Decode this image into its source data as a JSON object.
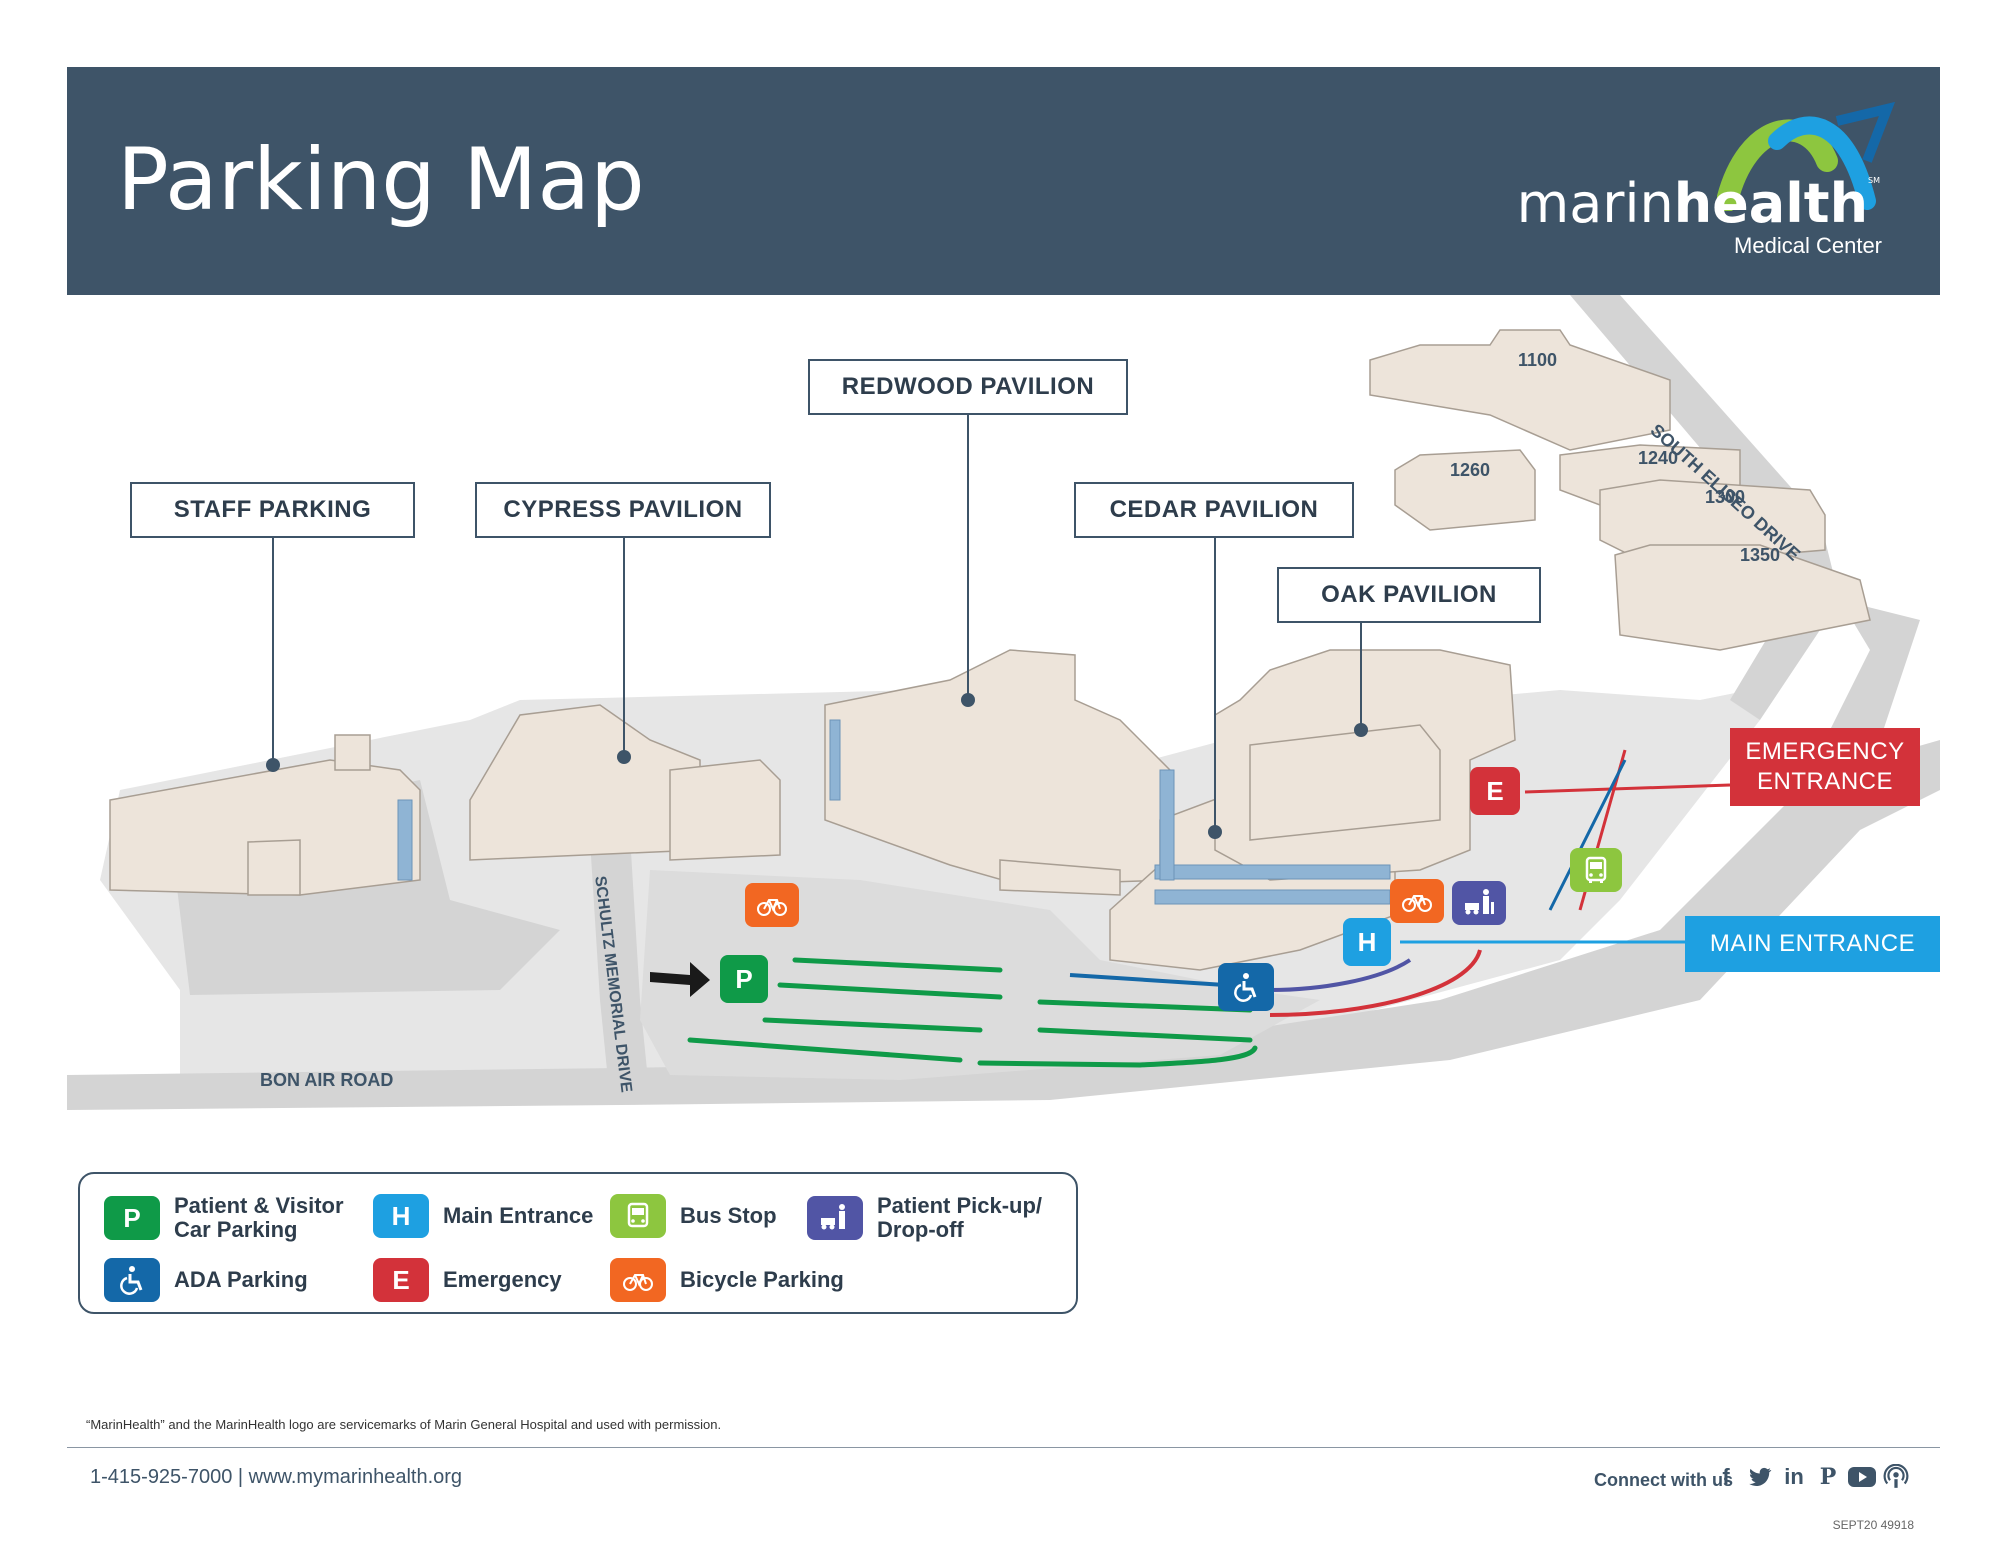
{
  "header": {
    "title": "Parking Map",
    "logo_word_light": "marin",
    "logo_word_bold": "health",
    "logo_sm": "SM",
    "logo_sub": "Medical Center"
  },
  "labels": {
    "staff_parking": "STAFF PARKING",
    "cypress": "CYPRESS PAVILION",
    "redwood": "REDWOOD PAVILION",
    "cedar": "CEDAR PAVILION",
    "oak": "OAK PAVILION",
    "emergency_line1": "EMERGENCY",
    "emergency_line2": "ENTRANCE",
    "main_entrance": "MAIN ENTRANCE"
  },
  "buildings": {
    "b1100": "1100",
    "b1260": "1260",
    "b1240": "1240",
    "b1300": "1300",
    "b1350": "1350"
  },
  "streets": {
    "south_eliseo": "SOUTH ELISEO DRIVE",
    "schultz": "SCHULTZ MEMORIAL DRIVE",
    "bon_air": "BON AIR ROAD"
  },
  "icon_letters": {
    "parking": "P",
    "main": "H",
    "emergency": "E"
  },
  "legend": {
    "parking": "Patient & Visitor Car Parking",
    "main": "Main Entrance",
    "bus": "Bus Stop",
    "pickup": "Patient Pick-up/ Drop-off",
    "ada": "ADA Parking",
    "emergency": "Emergency",
    "bicycle": "Bicycle Parking"
  },
  "footer": {
    "disclaimer": "“MarinHealth” and the MarinHealth logo are servicemarks of Marin General Hospital and used with permission.",
    "contact": "1-415-925-7000 | www.mymarinhealth.org",
    "connect": "Connect with us",
    "code": "SEPT20 49918"
  },
  "social_icons": [
    "facebook-icon",
    "twitter-icon",
    "linkedin-icon",
    "pinterest-icon",
    "youtube-icon",
    "podcast-icon"
  ],
  "colors": {
    "header_bg": "#3e5468",
    "parking_green": "#0f9a48",
    "main_blue": "#1ea0e1",
    "ada_blue": "#1468a8",
    "emergency_red": "#d3323a",
    "bus_green": "#8dc63f",
    "bicycle_orange": "#f26722",
    "pickup_purple": "#5155a5",
    "building": "#ede4da",
    "road": "#d4d4d4"
  }
}
